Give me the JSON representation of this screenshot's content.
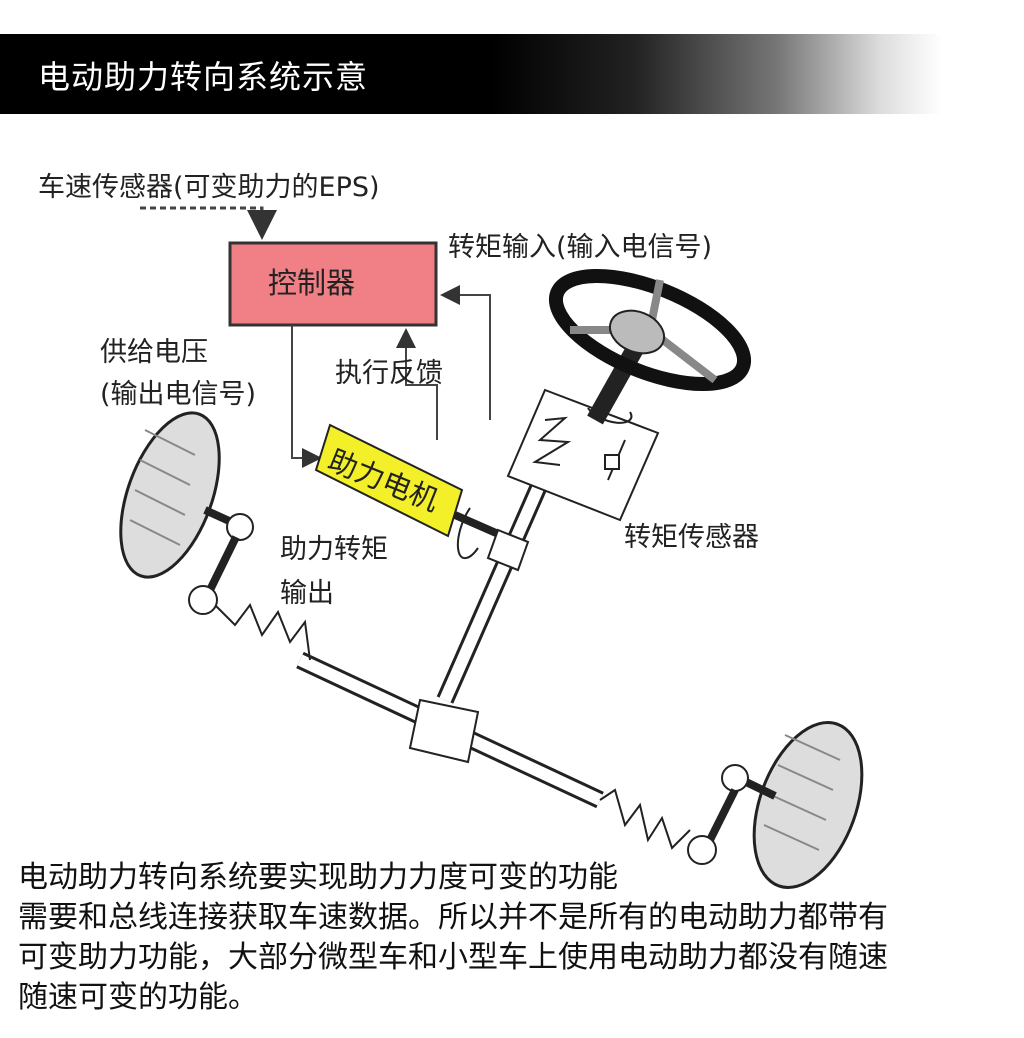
{
  "title": "电动助力转向系统示意",
  "labels": {
    "speed_sensor": "车速传感器(可变助力的EPS)",
    "controller": "控制器",
    "torque_input": "转矩输入(输入电信号)",
    "supply_voltage": "供给电压",
    "output_signal": "(输出电信号)",
    "feedback": "执行反馈",
    "assist_motor": "助力电机",
    "torque_sensor": "转矩传感器",
    "assist_torque": "助力转矩",
    "output": "输出"
  },
  "colors": {
    "controller_fill": "#f07f86",
    "motor_fill": "#f3f02a",
    "title_bar": "#000000"
  },
  "description": [
    "电动助力转向系统要实现助力力度可变的功能",
    "需要和总线连接获取车速数据。所以并不是所有的电动助力都带有",
    "可变助力功能，大部分微型车和小型车上使用电动助力都没有随速",
    "随速可变的功能。"
  ]
}
